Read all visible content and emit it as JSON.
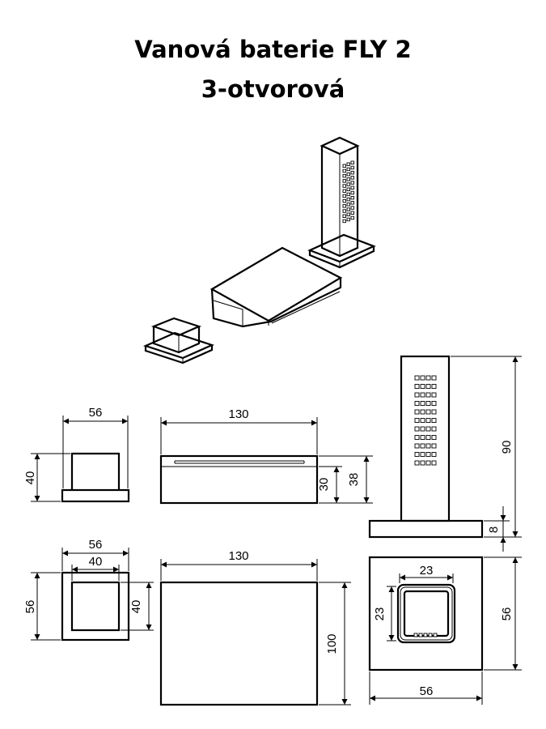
{
  "title": {
    "line1": "Vanová baterie FLY 2",
    "line2": "3-otvorová"
  },
  "dimensions": {
    "handle_front_width": "56",
    "handle_front_height": "40",
    "spout_front_width": "130",
    "spout_front_height_inner": "30",
    "spout_front_height_outer": "38",
    "shower_height": "90",
    "shower_base_height": "8",
    "handle_top_outer": "56",
    "handle_top_inner": "40",
    "handle_top_left": "56",
    "handle_top_right": "40",
    "spout_top_width": "130",
    "spout_top_depth": "100",
    "shower_top_inner_w": "23",
    "shower_top_inner_h": "23",
    "shower_top_outer_h": "56",
    "shower_top_outer_w": "56"
  }
}
